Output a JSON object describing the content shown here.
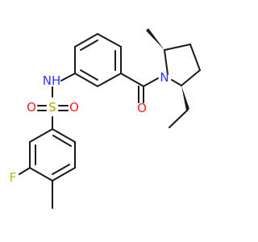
{
  "atoms": {
    "nh": {
      "text": "NH",
      "color": "#3333ff"
    },
    "n_ring": {
      "text": "N",
      "color": "#3333ff"
    },
    "s": {
      "text": "S",
      "color": "#b8a200"
    },
    "o_s_left": {
      "text": "O",
      "color": "#ff2020"
    },
    "o_s_right": {
      "text": "O",
      "color": "#ff2020"
    },
    "o_carbonyl": {
      "text": "O",
      "color": "#ff2020"
    },
    "f": {
      "text": "F",
      "color": "#8fd400"
    }
  },
  "bond_color": "#1a1a1a",
  "background": "#ffffff"
}
